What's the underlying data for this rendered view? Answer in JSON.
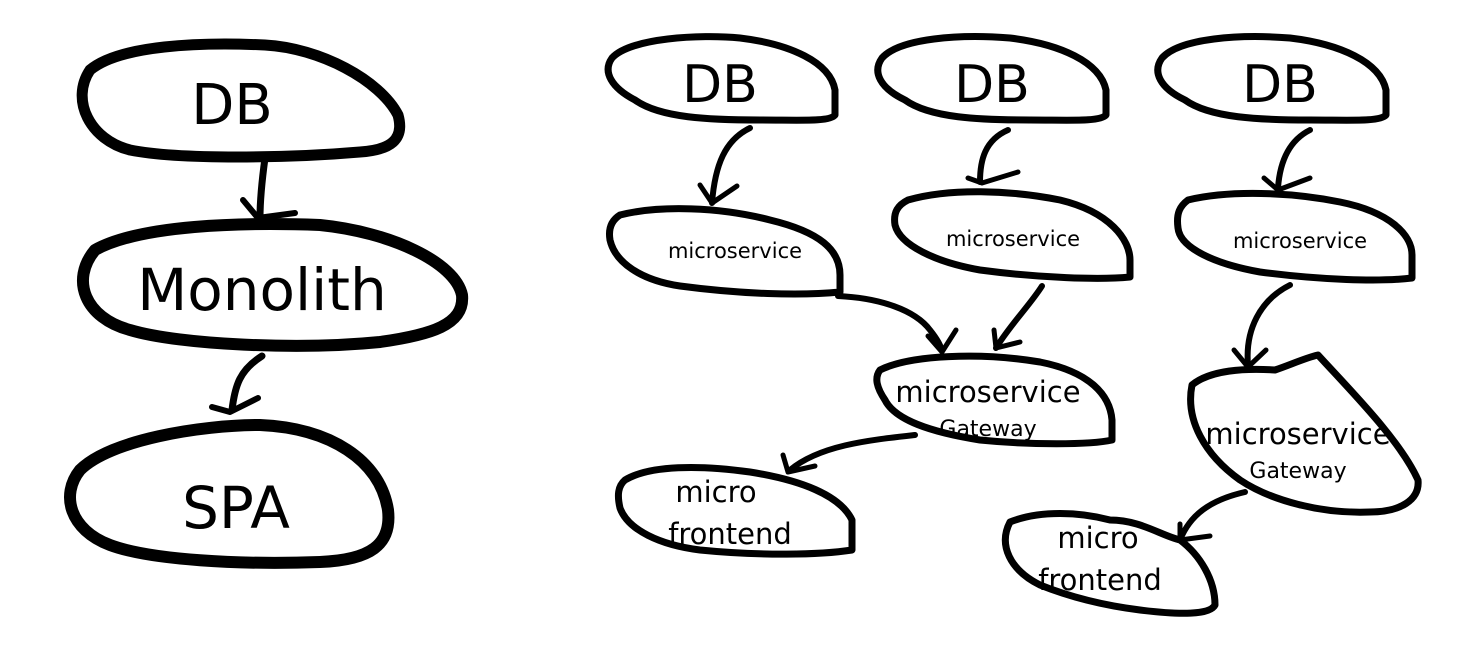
{
  "diagram": {
    "monolith_side": {
      "db": "DB",
      "monolith": "Monolith",
      "spa": "SPA"
    },
    "microservice_side": {
      "dbs": [
        "DB",
        "DB",
        "DB"
      ],
      "microservices": [
        "microservice",
        "microservice",
        "microservice"
      ],
      "gateways": [
        {
          "line1": "microservice",
          "line2": "Gateway"
        },
        {
          "line1": "microservice",
          "line2": "Gateway"
        }
      ],
      "frontends": [
        {
          "line1": "micro",
          "line2": "frontend"
        },
        {
          "line1": "micro",
          "line2": "frontend"
        }
      ]
    },
    "colors": {
      "stroke": "#000000",
      "background": "#ffffff"
    }
  }
}
